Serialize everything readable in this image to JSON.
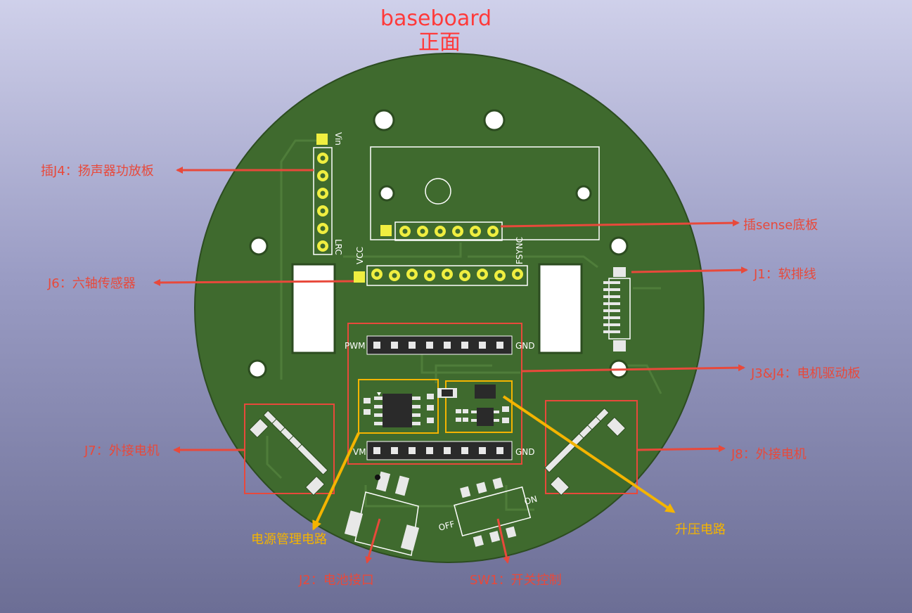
{
  "title": {
    "line1": "baseboard",
    "line2": "正面",
    "color": "#ff3a3a"
  },
  "silkscreen": {
    "vin": "Vin",
    "lrc": "LRC",
    "vcc": "VCC",
    "fsync": "FSYNC",
    "pwm": "PWM",
    "gnd_top": "GND",
    "vm": "VM",
    "gnd_bottom": "GND",
    "off": "OFF",
    "on": "ON"
  },
  "annotations": {
    "j4_speaker": "插J4：扬声器功放板",
    "sense": "插sense底板",
    "j1": "J1：软排线",
    "j6": "J6：六轴传感器",
    "j3j4": "J3&J4：电机驱动板",
    "j7": "J7：外接电机",
    "j8": "J8：外接电机",
    "power_mgmt": "电源管理电路",
    "boost": "升压电路",
    "j2": "J2：电池接口",
    "sw1": "SW1：开关控制"
  },
  "colors": {
    "board": "#3f6a2e",
    "copper": "#4f7d3a",
    "red": "#e8493b",
    "yellow": "#f4b400",
    "pad": "#f0ee40",
    "silk": "#ffffff"
  }
}
